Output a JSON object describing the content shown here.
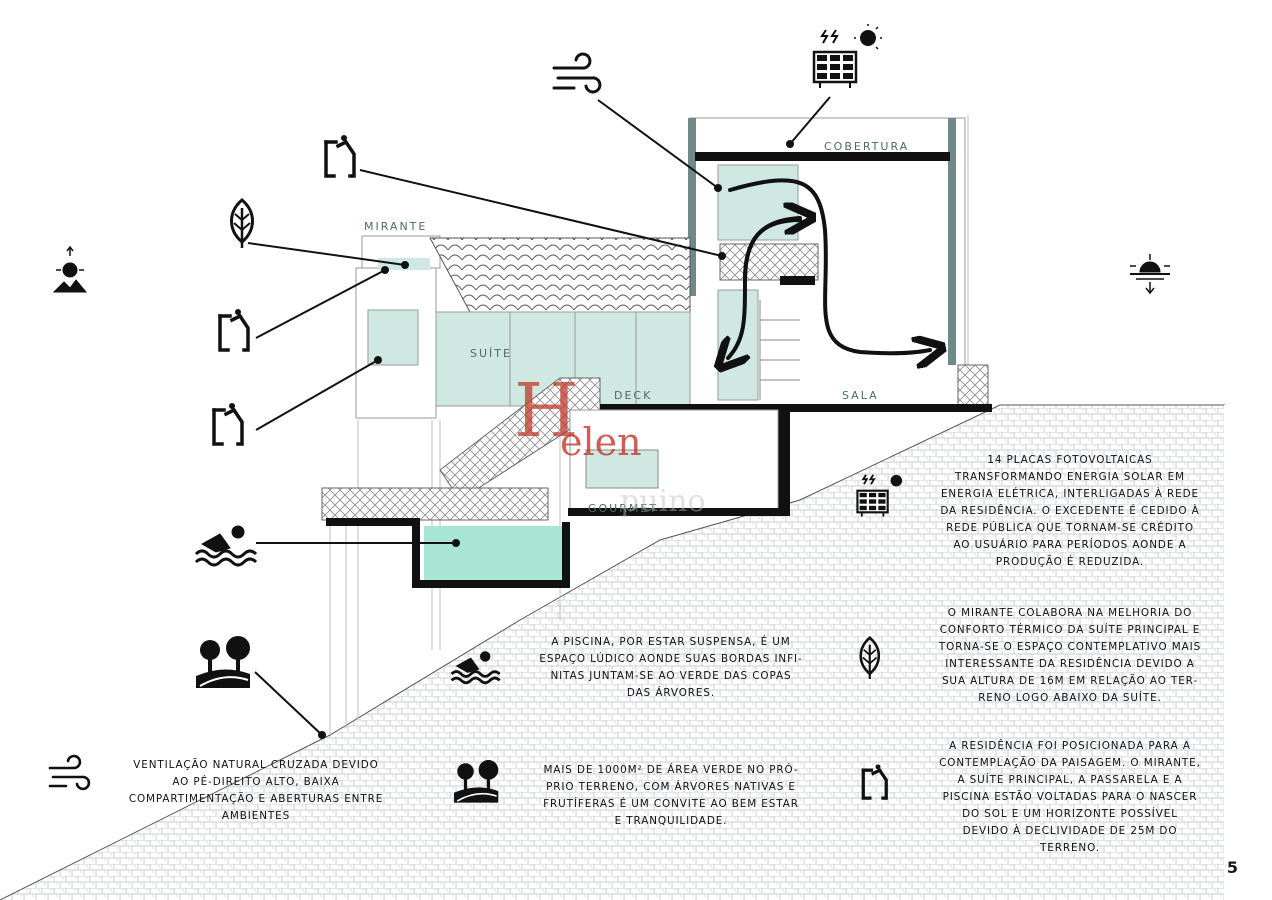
{
  "labels": {
    "cobertura": "COBERTURA",
    "mirante": "MIRANTE",
    "suite": "SUÍTE",
    "deck": "DECK",
    "sala": "SALA",
    "gourmet": "GOURMET"
  },
  "watermark": {
    "initial": "H",
    "name": "elen",
    "suffix": "puino"
  },
  "descriptions": {
    "solar": "14 PLACAS FOTOVOLTAICAS\nTRANSFORMANDO ENERGIA SOLAR EM\nENERGIA ELÉTRICA, INTERLIGADAS À REDE\nDA RESIDÊNCIA. O EXCEDENTE É CEDIDO À\nREDE PÚBLICA QUE TORNAM-SE CRÉDITO\nAO USUÁRIO PARA PERÍODOS AONDE A\nPRODUÇÃO É REDUZIDA.",
    "mirante": "O MIRANTE COLABORA NA MELHORIA DO\nCONFORTO TÉRMICO DA SUÍTE PRINCIPAL E\nTORNA-SE O ESPAÇO CONTEMPLATIVO MAIS\nINTERESSANTE DA RESIDÊNCIA DEVIDO A\nSUA ALTURA DE 16M EM RELAÇÃO AO TER-\nRENO LOGO ABAIXO DA SUÍTE.",
    "orientation": "A RESIDÊNCIA FOI POSICIONADA PARA A\nCONTEMPLAÇÃO DA PAISAGEM. O MIRANTE,\nA SUÍTE PRINCIPAL, A PASSARELA E A\nPISCINA ESTÃO VOLTADAS PARA O NASCER\nDO SOL E UM HORIZONTE POSSÍVEL\nDEVIDO À DECLIVIDADE DE 25M DO\nTERRENO.",
    "pool": "A PISCINA, POR ESTAR SUSPENSA, É UM\nESPAÇO LÚDICO AONDE SUAS BORDAS INFI-\nNITAS JUNTAM-SE AO VERDE DAS COPAS\nDAS ÁRVORES.",
    "green": "MAIS DE 1000M² DE ÁREA VERDE NO PRÓ-\nPRIO TERRENO, COM ÁRVORES NATIVAS E\nFRUTÍFERAS É UM CONVITE AO BEM ESTAR\nE TRANQUILIDADE.",
    "ventilation": "VENTILAÇÃO NATURAL CRUZADA DEVIDO\nAO PÉ-DIREITO ALTO, BAIXA\nCOMPARTIMENTAÇÃO E ABERTURAS ENTRE\nAMBIENTES"
  },
  "page_number": "5",
  "icons": [
    "sunrise-icon",
    "sunset-icon",
    "wind-icon",
    "solar-panel-icon",
    "person-view-icon",
    "leaf-icon",
    "swimmer-icon",
    "trees-icon"
  ],
  "colors": {
    "glass": "#cfe9e2",
    "pool": "#a8e6d3",
    "outline": "#111111",
    "label": "#4f6a68",
    "watermark": "#c0392b"
  }
}
